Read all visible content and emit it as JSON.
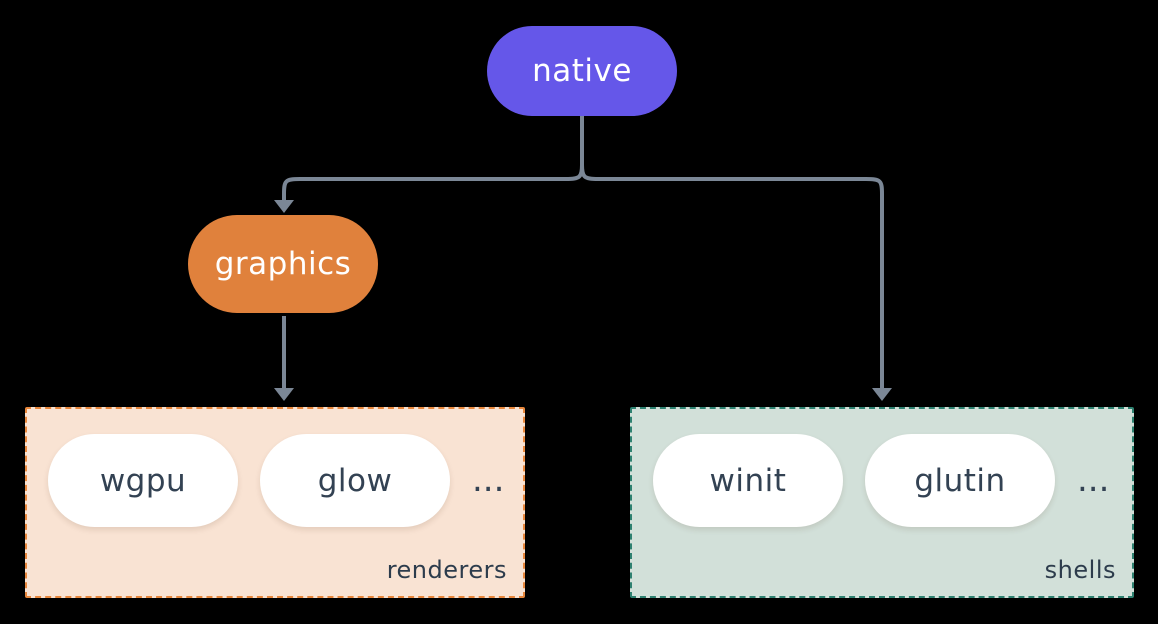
{
  "diagram": {
    "background_color": "#000000",
    "connector_color": "#7b8796",
    "nodes": {
      "native": {
        "label": "native",
        "fill": "#6557e9",
        "text_color": "#ffffff"
      },
      "graphics": {
        "label": "graphics",
        "fill": "#e0813c",
        "text_color": "#ffffff"
      }
    },
    "groups": {
      "renderers": {
        "label": "renderers",
        "fill": "#f9e3d3",
        "border_color": "#e8873c",
        "items": [
          "wgpu",
          "glow"
        ],
        "ellipsis": "...",
        "item_fill": "#ffffff",
        "item_text_color": "#334253"
      },
      "shells": {
        "label": "shells",
        "fill": "#d2e0d9",
        "border_color": "#2e8170",
        "items": [
          "winit",
          "glutin"
        ],
        "ellipsis": "...",
        "item_fill": "#ffffff",
        "item_text_color": "#334253"
      }
    },
    "edges": [
      {
        "from": "native",
        "to": "graphics"
      },
      {
        "from": "native",
        "to": "shells"
      },
      {
        "from": "graphics",
        "to": "renderers"
      }
    ]
  }
}
